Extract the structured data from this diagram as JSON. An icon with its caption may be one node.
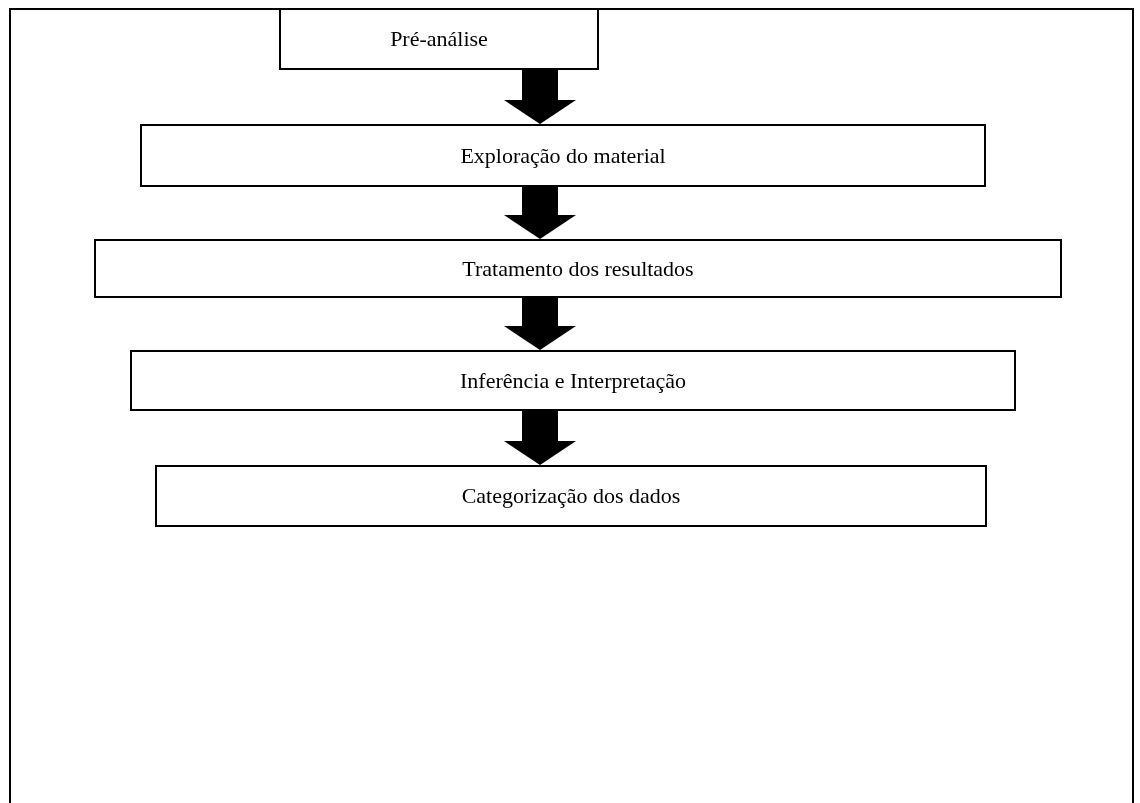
{
  "diagram": {
    "nodes": [
      {
        "text": [
          "Pré-análise"
        ]
      },
      {
        "text": [
          "Exploração do material"
        ]
      },
      {
        "text": [
          "Tratamento dos resultados"
        ]
      },
      {
        "text": [
          "Inferência e Interpretação"
        ]
      },
      {
        "text": [
          "Categorização dos dados"
        ]
      }
    ],
    "edges": [
      {
        "from": 0,
        "to": 1,
        "arrow": "to"
      },
      {
        "from": 1,
        "to": 2,
        "arrow": "to"
      },
      {
        "from": 2,
        "to": 3,
        "arrow": "to"
      },
      {
        "from": 3,
        "to": 4,
        "arrow": "to"
      }
    ]
  }
}
